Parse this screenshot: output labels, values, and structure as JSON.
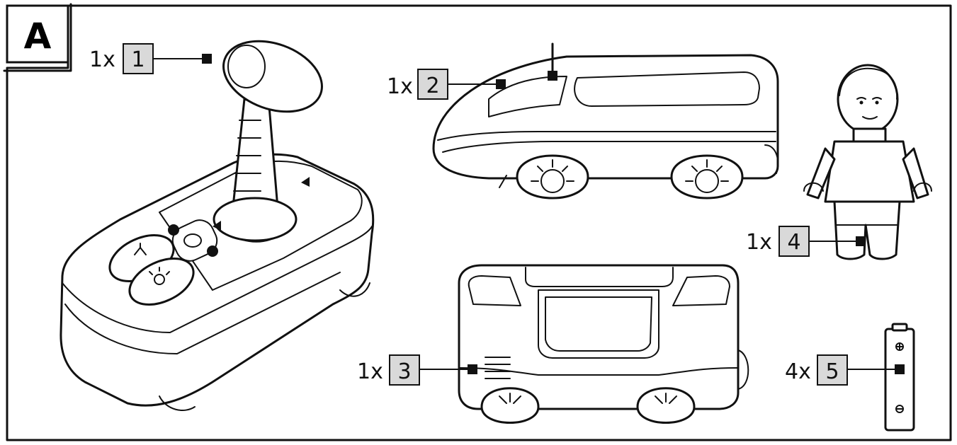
{
  "section_label": "A",
  "parts": [
    {
      "quantity": "1x",
      "number": "1",
      "icon": "remote-control-icon"
    },
    {
      "quantity": "1x",
      "number": "2",
      "icon": "locomotive-icon"
    },
    {
      "quantity": "1x",
      "number": "3",
      "icon": "train-car-icon"
    },
    {
      "quantity": "1x",
      "number": "4",
      "icon": "figure-icon"
    },
    {
      "quantity": "4x",
      "number": "5",
      "icon": "battery-icon"
    }
  ],
  "colors": {
    "line": "#111111",
    "callout_box": "#d9d9d9",
    "background": "#ffffff"
  }
}
